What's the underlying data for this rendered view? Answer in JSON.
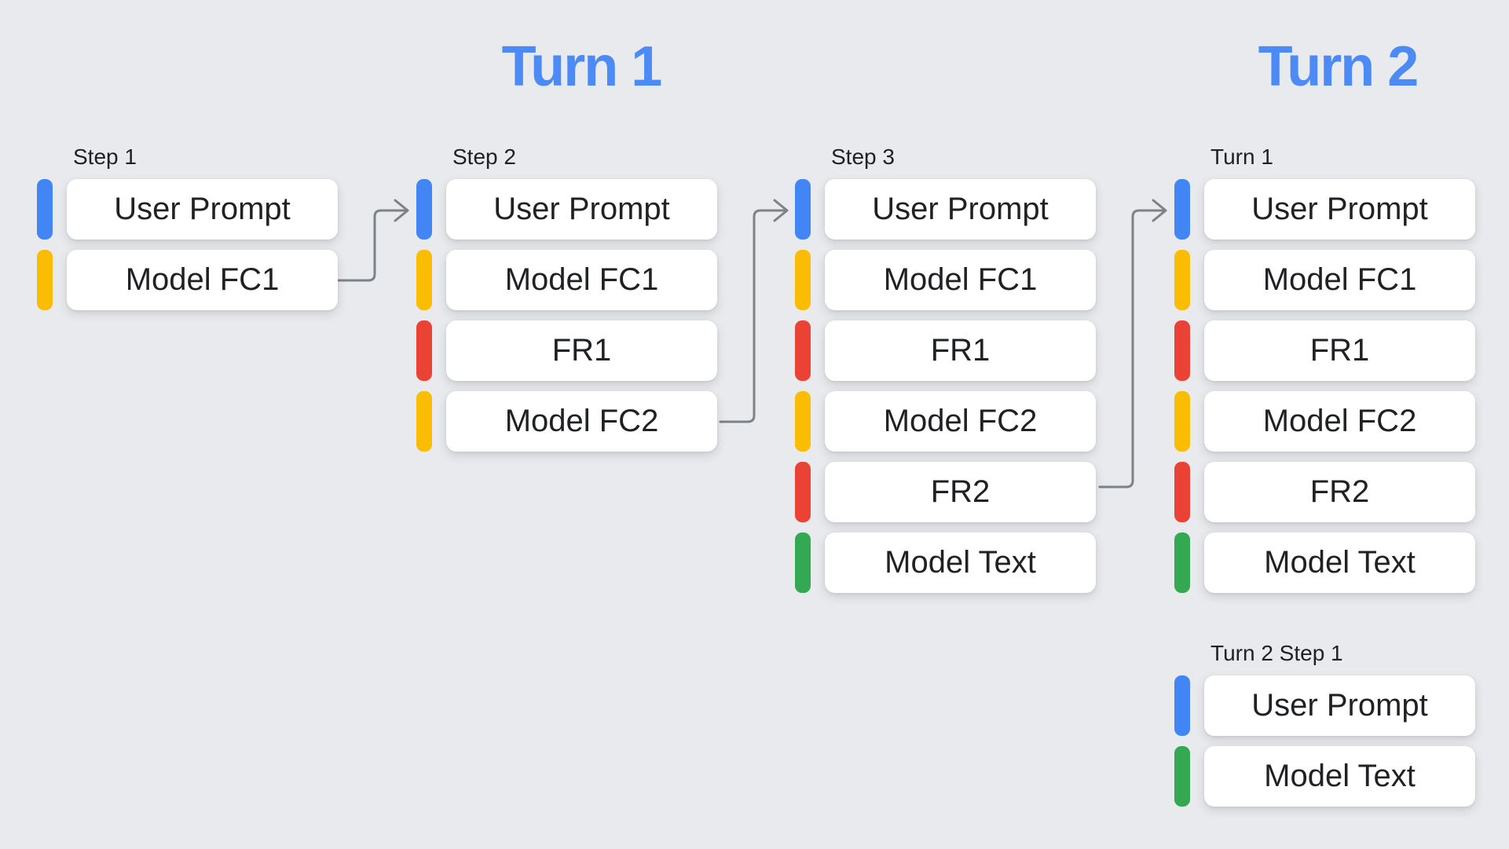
{
  "palette": {
    "background": "#E8EAED",
    "title_blue": "#4C8BF5",
    "user_prompt_blue": "#4285F4",
    "model_fc_yellow": "#FBBC04",
    "function_response_red": "#EA4335",
    "model_text_green": "#34A853",
    "arrow_gray": "#7D8287",
    "box_white": "#FFFFFF",
    "text_dark": "#202124"
  },
  "titles": {
    "turn1": "Turn 1",
    "turn2": "Turn 2"
  },
  "columns": [
    {
      "label": "Step 1",
      "rows": [
        {
          "label": "User Prompt",
          "color": "blue"
        },
        {
          "label": "Model FC1",
          "color": "yellow"
        }
      ]
    },
    {
      "label": "Step 2",
      "rows": [
        {
          "label": "User Prompt",
          "color": "blue"
        },
        {
          "label": "Model FC1",
          "color": "yellow"
        },
        {
          "label": "FR1",
          "color": "red"
        },
        {
          "label": "Model FC2",
          "color": "yellow"
        }
      ]
    },
    {
      "label": "Step 3",
      "rows": [
        {
          "label": "User Prompt",
          "color": "blue"
        },
        {
          "label": "Model FC1",
          "color": "yellow"
        },
        {
          "label": "FR1",
          "color": "red"
        },
        {
          "label": "Model FC2",
          "color": "yellow"
        },
        {
          "label": "FR2",
          "color": "red"
        },
        {
          "label": "Model Text",
          "color": "green"
        }
      ]
    },
    {
      "label": "Turn 1",
      "rows": [
        {
          "label": "User Prompt",
          "color": "blue"
        },
        {
          "label": "Model FC1",
          "color": "yellow"
        },
        {
          "label": "FR1",
          "color": "red"
        },
        {
          "label": "Model FC2",
          "color": "yellow"
        },
        {
          "label": "FR2",
          "color": "red"
        },
        {
          "label": "Model Text",
          "color": "green"
        }
      ]
    },
    {
      "label": "Turn 2 Step 1",
      "rows": [
        {
          "label": "User Prompt",
          "color": "blue"
        },
        {
          "label": "Model Text",
          "color": "green"
        }
      ]
    }
  ],
  "connectors": [
    {
      "name": "elbow-arrow",
      "from": "Step 1 / Model FC1",
      "to": "Step 2 / User Prompt"
    },
    {
      "name": "elbow-arrow",
      "from": "Step 2 / Model FC2",
      "to": "Step 3 / User Prompt"
    },
    {
      "name": "elbow-arrow",
      "from": "Step 3 / FR2",
      "to": "Turn 1 / User Prompt"
    }
  ]
}
